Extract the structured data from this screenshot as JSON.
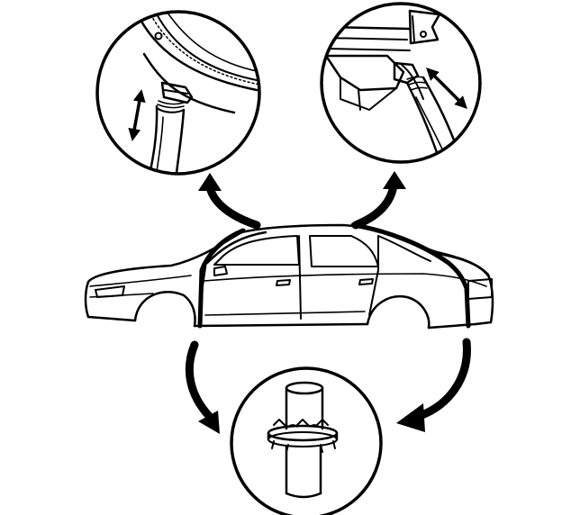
{
  "figure": {
    "background": "#ffffff",
    "ink": "#000000",
    "views": [
      {
        "id": "detail-top-left",
        "depicts": "drain-hose-connector"
      },
      {
        "id": "detail-top-right",
        "depicts": "drain-hose-connector"
      },
      {
        "id": "detail-bottom",
        "depicts": "drain-hose-grommet"
      }
    ],
    "icons": [
      "move-up-down-arrow-icon",
      "move-left-right-arrow-icon",
      "curved-callout-arrow-icon"
    ]
  }
}
